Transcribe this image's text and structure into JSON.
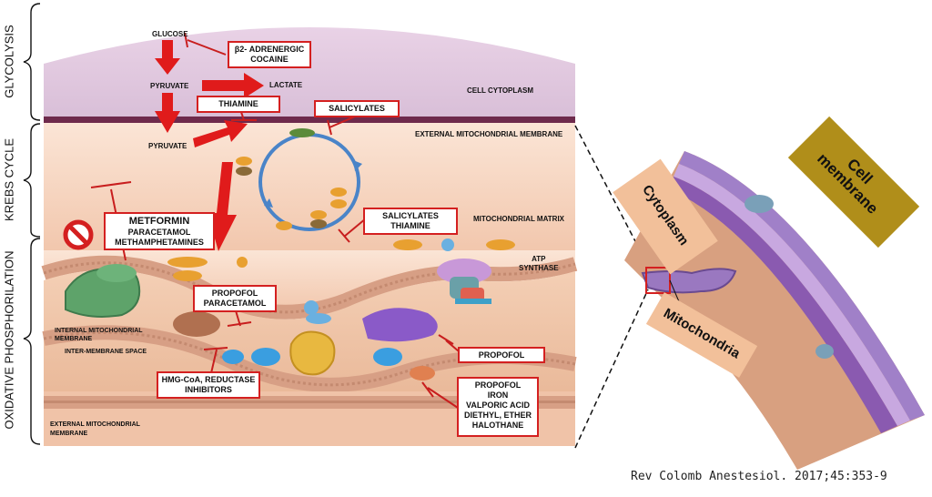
{
  "section_labels": {
    "glycolysis": "GLYCOLYSIS",
    "krebs": "KREBS CYCLE",
    "oxphos": "OXIDATIVE PHOSPHORILATION"
  },
  "glycolysis": {
    "glucose": "GLUCOSE",
    "pyruvate": "PYRUVATE",
    "lactate": "LACTATE",
    "cytoplasm": "CELL CYTOPLASM",
    "inhibitor_box": [
      "β2- ADRENERGIC",
      "COCAINE"
    ]
  },
  "krebs": {
    "pyruvate": "PYRUVATE",
    "thiamine_box": "THIAMINE",
    "salicylates_box": "SALICYLATES",
    "ext_membrane": "EXTERNAL MITOCHONDRIAL MEMBRANE",
    "matrix": "MITOCHONDRIAL MATRIX",
    "salicylates_thiamine_box": [
      "SALICYLATES",
      "THIAMINE"
    ],
    "metformin_box": [
      "METFORMIN",
      "PARACETAMOL",
      "METHAMPHETAMINES"
    ]
  },
  "oxphos": {
    "propofol_paracetamol_box": [
      "PROPOFOL",
      "PARACETAMOL"
    ],
    "hmg_box": [
      "HMG-CoA, REDUCTASE",
      "INHIBITORS"
    ],
    "propofol_box": "PROPOFOL",
    "multi_box": [
      "PROPOFOL",
      "IRON",
      "VALPORIC ACID",
      "DIETHYL, ETHER",
      "HALOTHANE"
    ],
    "internal_membrane": [
      "INTERNAL MITOCHONDRIAL",
      "MEMBRANE"
    ],
    "intermembrane": "INTER-MEMBRANE SPACE",
    "external_membrane": [
      "EXTERNAL MITOCHONDRIAL",
      "MEMBRANE"
    ],
    "atp_synthase": [
      "ATP",
      "SYNTHASE"
    ]
  },
  "inset": {
    "cell_membrane": [
      "Cell",
      "membrane"
    ],
    "cytoplasm": "Cytoplasm",
    "mitochondria": "Mitochondria"
  },
  "citation": "Rev Colomb Anestesiol. 2017;45:353-9"
}
